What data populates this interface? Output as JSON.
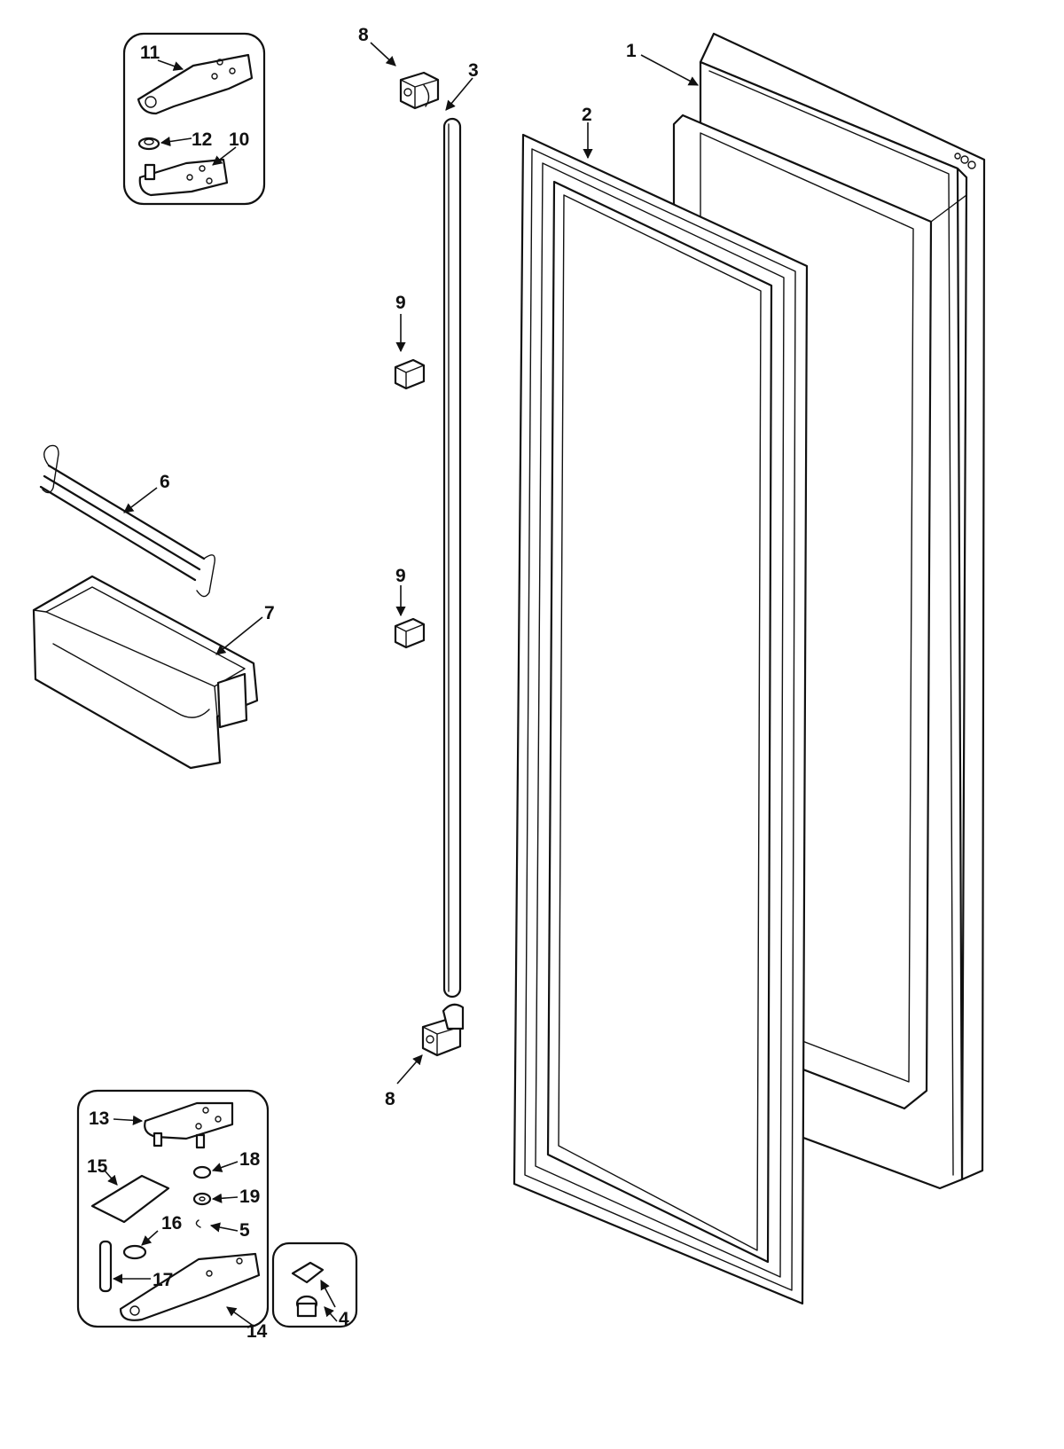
{
  "callouts": [
    {
      "id": "c1",
      "label": "1"
    },
    {
      "id": "c2",
      "label": "2"
    },
    {
      "id": "c3",
      "label": "3"
    },
    {
      "id": "c4",
      "label": "4"
    },
    {
      "id": "c5",
      "label": "5"
    },
    {
      "id": "c6",
      "label": "6"
    },
    {
      "id": "c7",
      "label": "7"
    },
    {
      "id": "c8a",
      "label": "8"
    },
    {
      "id": "c8b",
      "label": "8"
    },
    {
      "id": "c9a",
      "label": "9"
    },
    {
      "id": "c9b",
      "label": "9"
    },
    {
      "id": "c10",
      "label": "10"
    },
    {
      "id": "c11",
      "label": "11"
    },
    {
      "id": "c12",
      "label": "12"
    },
    {
      "id": "c13",
      "label": "13"
    },
    {
      "id": "c14",
      "label": "14"
    },
    {
      "id": "c15",
      "label": "15"
    },
    {
      "id": "c16",
      "label": "16"
    },
    {
      "id": "c17",
      "label": "17"
    },
    {
      "id": "c18",
      "label": "18"
    },
    {
      "id": "c19",
      "label": "19"
    }
  ],
  "colors": {
    "ink": "#111111",
    "background": "#ffffff"
  }
}
